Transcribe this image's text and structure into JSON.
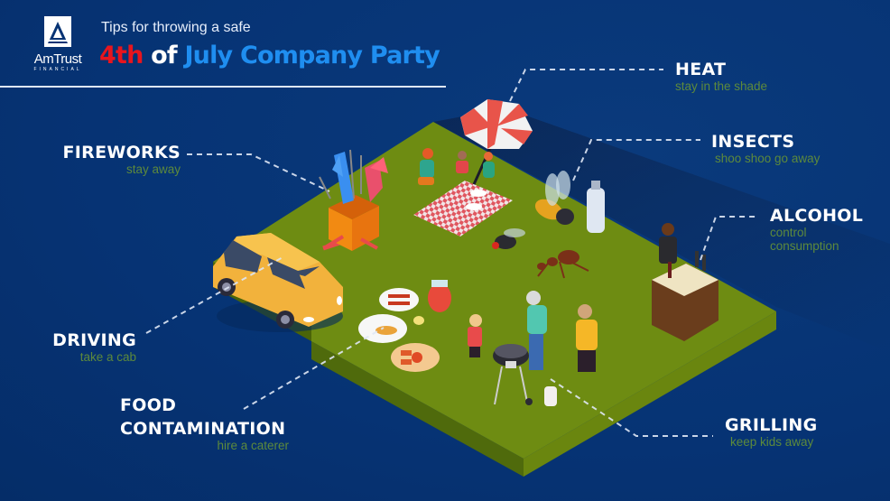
{
  "brand": {
    "logo_icon": "amtrust-triangle-logo",
    "name": "AmTrust",
    "sub": "FINANCIAL"
  },
  "header": {
    "subtitle": "Tips for throwing a safe",
    "title_part1": "4th",
    "title_part2": "of",
    "title_part3": "July Company Party"
  },
  "colors": {
    "background": "#063374",
    "title_red": "#e8151e",
    "title_blue": "#1f8ef0",
    "tip_desc_green": "#5d8a3c",
    "grass_top": "#6e8c12",
    "grass_side": "#4f6a0c"
  },
  "tips": [
    {
      "id": "heat",
      "title": "HEAT",
      "desc": "stay in the shade"
    },
    {
      "id": "insects",
      "title": "INSECTS",
      "desc": "shoo shoo go away"
    },
    {
      "id": "alcohol",
      "title": "ALCOHOL",
      "desc_line1": "control",
      "desc_line2": "consumption"
    },
    {
      "id": "fireworks",
      "title": "FIREWORKS",
      "desc": "stay away"
    },
    {
      "id": "driving",
      "title": "DRIVING",
      "desc": "take a cab"
    },
    {
      "id": "food",
      "title_line1": "FOOD",
      "title_line2": "CONTAMINATION",
      "desc": "hire a caterer"
    },
    {
      "id": "grilling",
      "title": "GRILLING",
      "desc": "keep kids away"
    }
  ],
  "illustration": {
    "elements": [
      "umbrella-icon",
      "picnic-blanket",
      "family-picnic",
      "fireworks-box",
      "car-icon",
      "bee-icon",
      "fly-icon",
      "ant-icon",
      "bug-spray-bottle",
      "bartender-bar",
      "food-plates",
      "lemonade-pitcher",
      "grill-icon",
      "grill-people"
    ]
  }
}
